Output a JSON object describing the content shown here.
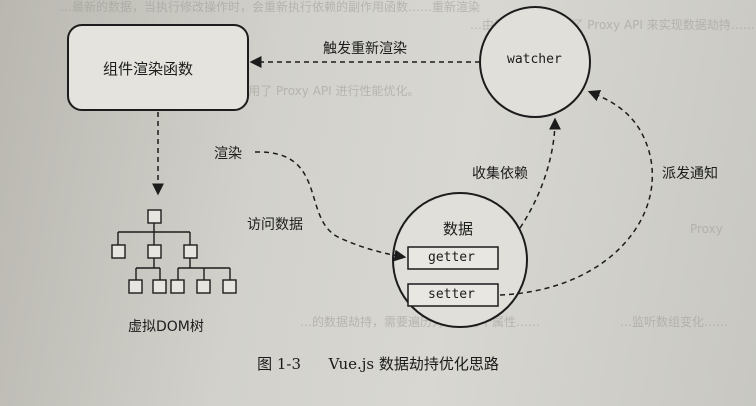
{
  "faded_text": {
    "line1": "…最新的数据，当执行修改操作时，会重新执行依赖的副作用函数……重新渲染",
    "line2": "…由于 Vue 3 使用了 Proxy API 来实现数据劫持……",
    "line3": "Vue 为了兼容多个浏览器，使用了 Proxy API 进行性能优化。",
    "line4": "…的数据劫持，需要遍历对象的每个属性……",
    "line5": "…监听数组变化……",
    "line6": "Proxy"
  },
  "nodes": {
    "render_fn": "组件渲染函数",
    "watcher": "watcher",
    "data": "数据",
    "getter": "getter",
    "setter": "setter",
    "vdom": "虚拟DOM树"
  },
  "edges": {
    "rerender": "触发重新渲染",
    "render": "渲染",
    "access": "访问数据",
    "collect": "收集依赖",
    "notify": "派发通知"
  },
  "caption": {
    "number": "图 1-3",
    "text": "Vue.js 数据劫持优化思路"
  },
  "colors": {
    "ink": "#1c1c1c",
    "paper": "#d2d1cb"
  }
}
